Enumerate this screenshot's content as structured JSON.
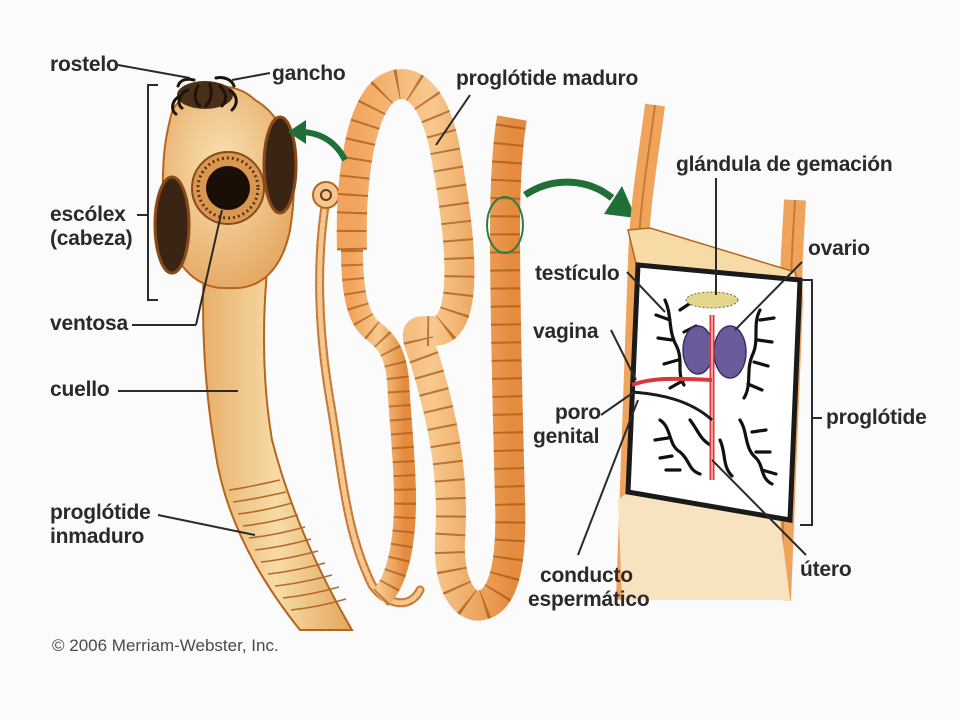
{
  "labels": {
    "rostelo": "rostelo",
    "gancho": "gancho",
    "escolex_line1": "escólex",
    "escolex_line2": "(cabeza)",
    "ventosa": "ventosa",
    "cuello": "cuello",
    "proglotide_inmaduro_line1": "proglótide",
    "proglotide_inmaduro_line2": "inmaduro",
    "proglotide_maduro": "proglótide maduro",
    "glandula_gemacion": "glándula de gemación",
    "ovario": "ovario",
    "testiculo": "testículo",
    "vagina": "vagina",
    "poro_genital_line1": "poro",
    "poro_genital_line2": "genital",
    "proglotide": "proglótide",
    "conducto_line1": "conducto",
    "conducto_line2": "espermático",
    "utero": "útero"
  },
  "copyright": "© 2006 Merriam-Webster, Inc.",
  "colors": {
    "body_tan": "#f3cc8c",
    "body_outline": "#b5651f",
    "segment_orange": "#f0a35a",
    "arrow_green": "#1f6f37",
    "ovary_purple": "#6b5a9a",
    "uterus_red": "#d8383a",
    "label_text": "#2a2a2a"
  }
}
